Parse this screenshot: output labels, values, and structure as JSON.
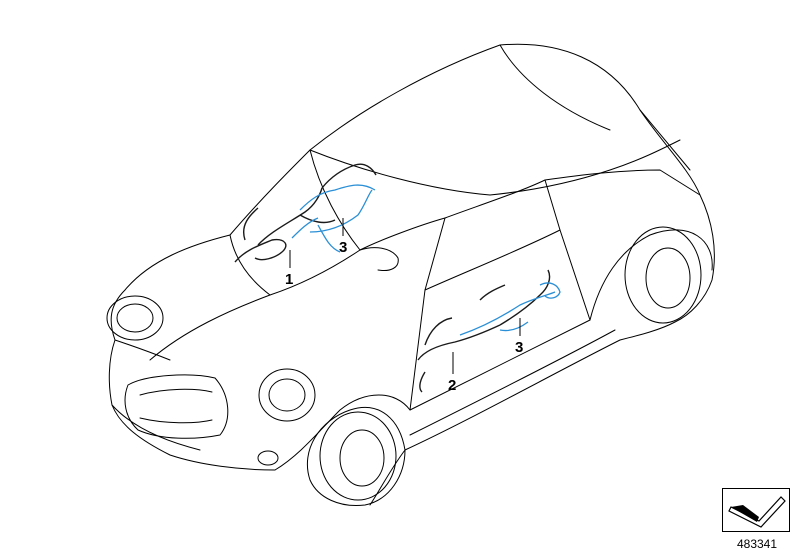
{
  "callouts": {
    "front_harness": "1",
    "roof_harness": "3",
    "door_harness": "2",
    "door_secondary_harness": "3"
  },
  "reference_number": "483341",
  "icons": {
    "nav": "arrow-icon"
  },
  "colors": {
    "outline": "#000000",
    "harness_black": "#1a1a1a",
    "harness_blue": "#2a8fd6"
  }
}
